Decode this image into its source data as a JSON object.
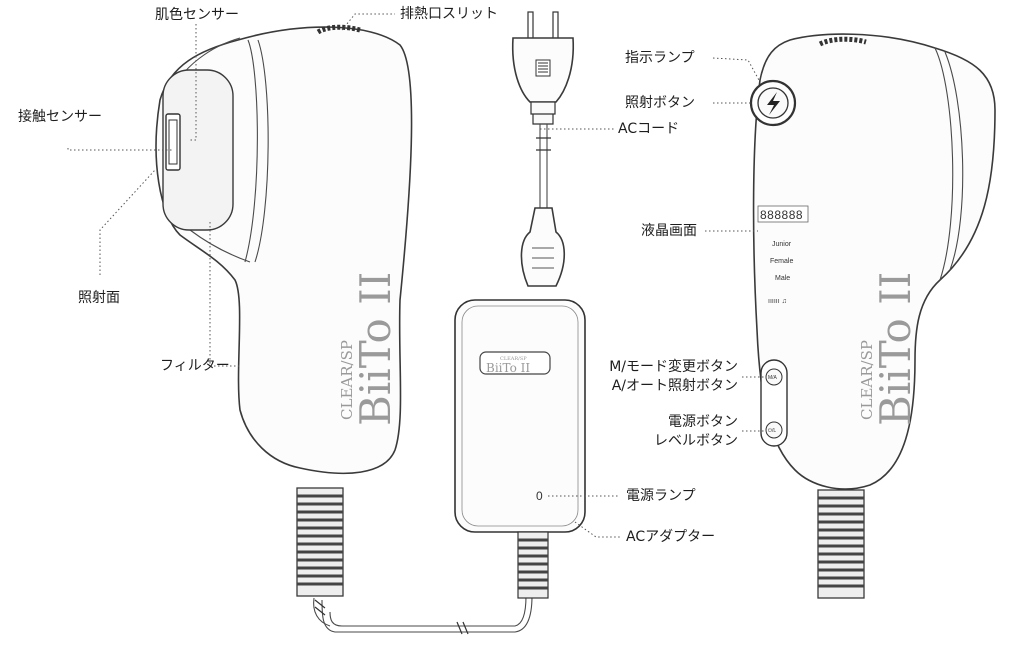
{
  "labels": {
    "hada_sensor": "肌色センサー",
    "exhaust_slit": "排熱口スリット",
    "contact_sensor": "接触センサー",
    "irradiation_surface": "照射面",
    "filter": "フィルター",
    "ac_cord": "ACコード",
    "power_lamp": "電源ランプ",
    "ac_adapter": "ACアダプター",
    "indicator_lamp": "指示ランプ",
    "irradiation_button": "照射ボタン",
    "lcd_screen": "液晶画面",
    "mode_button_1": "M/モード変更ボタン",
    "mode_button_2": "A/オート照射ボタン",
    "power_button_1": "電源ボタン",
    "power_button_2": "レベルボタン"
  },
  "device": {
    "brand_small": "CLEAR/SP",
    "brand_large": "BiiTo II",
    "lcd_digits": "888888",
    "lcd_modes": [
      "Junior",
      "Female",
      "Male"
    ],
    "level_indicator": "ıııııı ♫",
    "button_top": "M/A",
    "button_bottom": "⏻/L"
  },
  "adapter": {
    "brand_small": "CLEAR/SP",
    "brand_large": "BiiTo II",
    "lamp_symbol": "0"
  }
}
